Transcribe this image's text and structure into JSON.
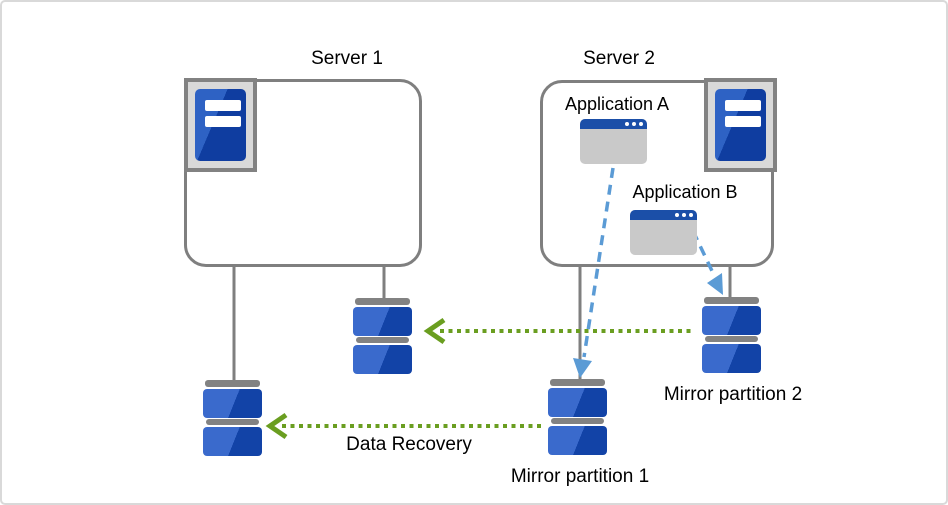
{
  "diagram": {
    "type": "server-mirror-partition-diagram",
    "servers": [
      {
        "label": "Server 1",
        "applications": []
      },
      {
        "label": "Server 2",
        "applications": [
          "Application A",
          "Application B"
        ]
      }
    ],
    "partitions": [
      "Mirror partition 1",
      "Mirror partition 2"
    ],
    "arrows": [
      {
        "style": "green-dotted",
        "direction": "right-to-left",
        "from": "Mirror partition 2",
        "to": "Server 1 disk",
        "label": ""
      },
      {
        "style": "green-dotted",
        "direction": "right-to-left",
        "from": "Mirror partition 1",
        "to": "Server 1 disk",
        "label": "Data Recovery"
      },
      {
        "style": "blue-dashed",
        "direction": "down",
        "from": "Application A",
        "to": "Mirror partition 1",
        "label": ""
      },
      {
        "style": "blue-dashed",
        "direction": "down",
        "from": "Application B",
        "to": "Mirror partition 2",
        "label": ""
      }
    ]
  },
  "labels": {
    "server1": "Server 1",
    "server2": "Server 2",
    "app_a": "Application A",
    "app_b": "Application B",
    "mirror1": "Mirror partition 1",
    "mirror2": "Mirror partition 2",
    "data_recovery": "Data Recovery"
  },
  "colors": {
    "frame_border": "#d9d9d9",
    "box_line_gray": "#7f7f7f",
    "icon_frame_gray": "#828282",
    "icon_box_fill": "#d9d9d9",
    "server_blue_light": "#2e62c4",
    "server_blue_dark": "#0f3da0",
    "disk_blue_light": "#3a6acc",
    "disk_blue_dark": "#1243a7",
    "window_body_gray": "#c9c9c9",
    "window_titlebar_blue": "#1b4fa8",
    "arrow_green": "#6a9e20",
    "arrow_blue": "#5b9bd5"
  }
}
